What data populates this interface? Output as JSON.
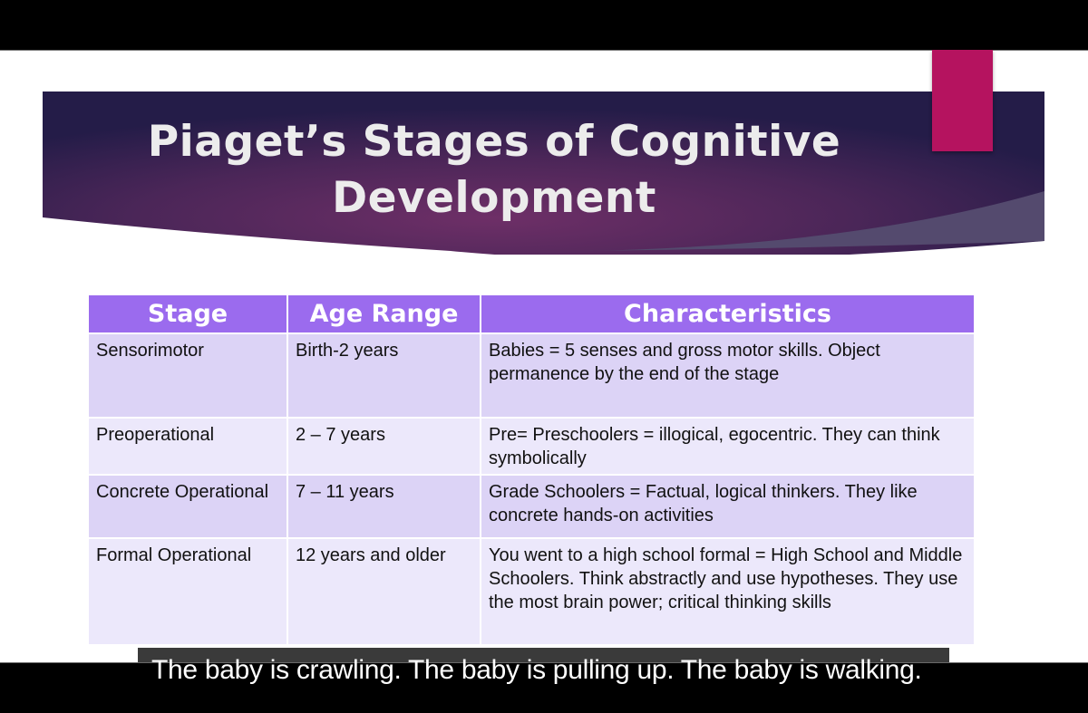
{
  "slide": {
    "title": "Piaget’s Stages of Cognitive Development",
    "colors": {
      "banner_dark": "#241c48",
      "banner_mid": "#6a2e66",
      "accent_block": "#b5135f",
      "header_bg": "#9b6bee",
      "row_dark": "#dcd3f6",
      "row_light": "#ece8fb",
      "caption_bg": "#3a3a3a"
    },
    "table": {
      "headers": [
        "Stage",
        "Age Range",
        "Characteristics"
      ],
      "rows": [
        {
          "stage": "Sensorimotor",
          "age_range": "Birth-2 years",
          "characteristics": "Babies = 5 senses and gross motor skills. Object permanence by the end of the stage"
        },
        {
          "stage": "Preoperational",
          "age_range": "2 – 7 years",
          "characteristics": "Pre= Preschoolers = illogical, egocentric. They can think symbolically"
        },
        {
          "stage": "Concrete Operational",
          "age_range": "7 – 11 years",
          "characteristics": "Grade Schoolers = Factual, logical thinkers. They like concrete hands-on activities"
        },
        {
          "stage": "Formal Operational",
          "age_range": "12 years and older",
          "characteristics": "You went to a high school formal = High School and Middle Schoolers. Think abstractly and use hypotheses. They use the most brain power; critical thinking skills"
        }
      ]
    }
  },
  "caption": {
    "text": "The baby is crawling. The baby is pulling up. The baby is walking."
  }
}
